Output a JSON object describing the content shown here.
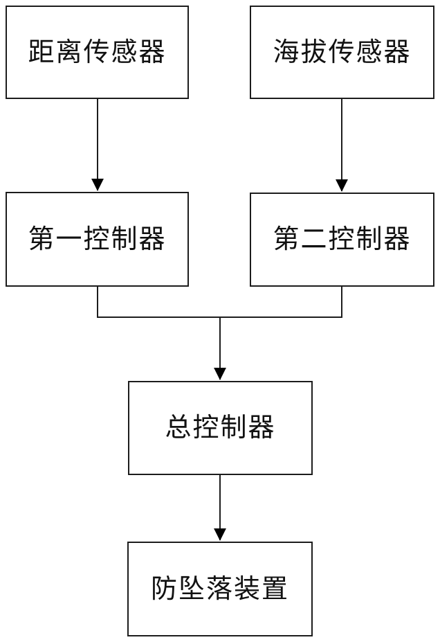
{
  "diagram": {
    "type": "flowchart",
    "background_color": "#ffffff",
    "line_color": "#1c1c1c",
    "box_border_color": "#1c1c1c",
    "text_color": "#111111",
    "nodes": [
      {
        "id": "distance-sensor",
        "label": "距离传感器"
      },
      {
        "id": "altitude-sensor",
        "label": "海拔传感器"
      },
      {
        "id": "first-controller",
        "label": "第一控制器"
      },
      {
        "id": "second-controller",
        "label": "第二控制器"
      },
      {
        "id": "master-controller",
        "label": "总控制器"
      },
      {
        "id": "anti-fall-device",
        "label": "防坠落装置"
      }
    ],
    "edges": [
      {
        "from": "distance-sensor",
        "to": "first-controller",
        "arrow": true
      },
      {
        "from": "altitude-sensor",
        "to": "second-controller",
        "arrow": true
      },
      {
        "from": "first-controller",
        "to": "master-controller",
        "arrow": true,
        "via": "merge-bar"
      },
      {
        "from": "second-controller",
        "to": "master-controller",
        "arrow": true,
        "via": "merge-bar"
      },
      {
        "from": "master-controller",
        "to": "anti-fall-device",
        "arrow": true
      }
    ]
  }
}
